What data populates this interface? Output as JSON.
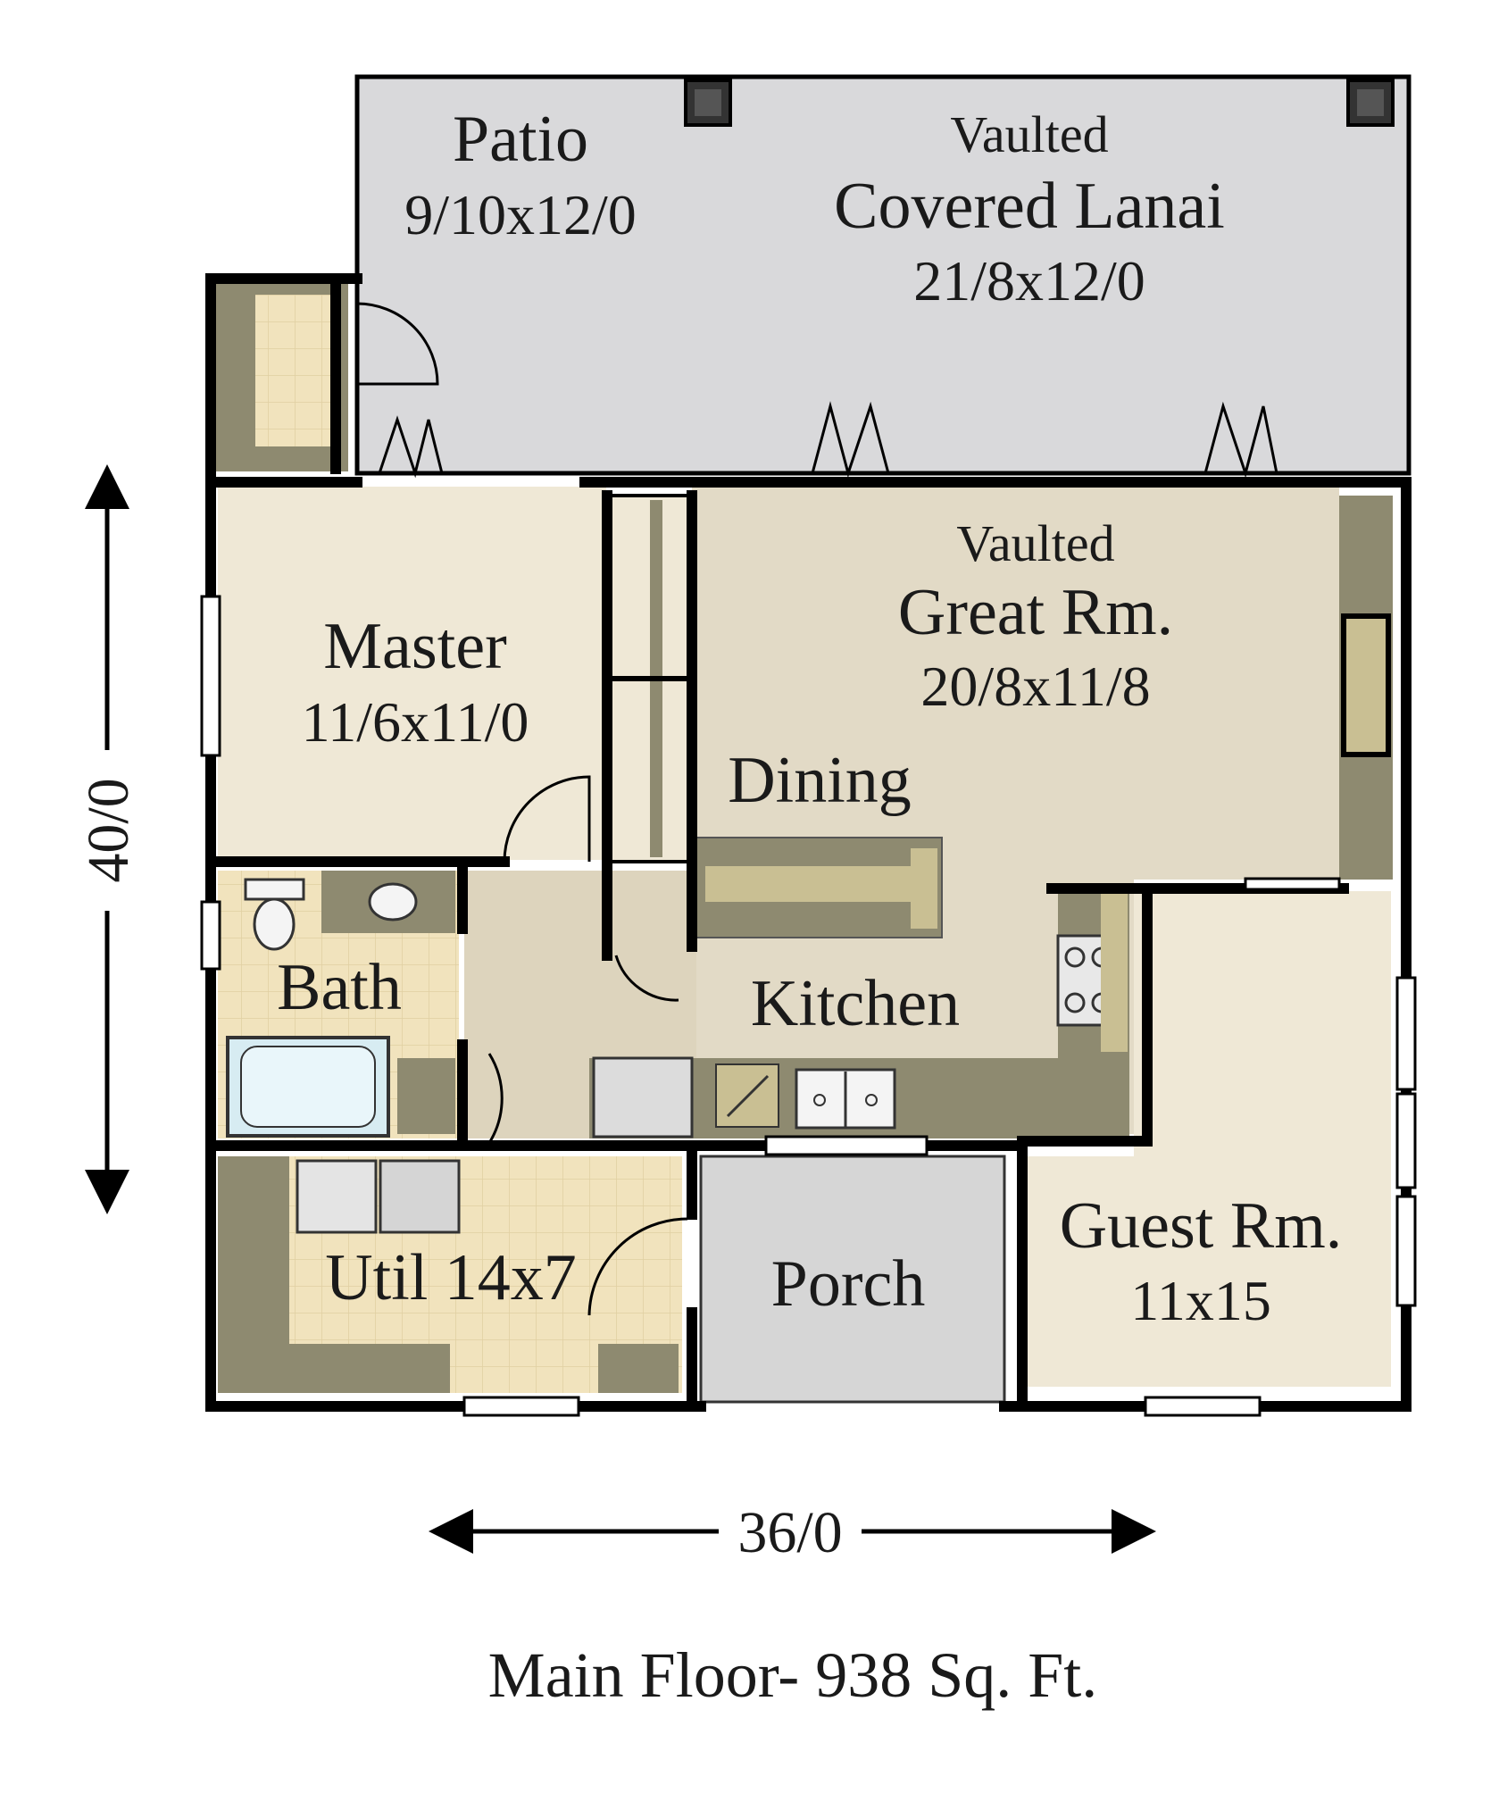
{
  "plan": {
    "caption": "Main Floor- 938 Sq. Ft.",
    "dimensions": {
      "width": "36/0",
      "depth": "40/0"
    },
    "rooms": {
      "patio": {
        "name": "Patio",
        "size": "9/10x12/0"
      },
      "lanai": {
        "note": "Vaulted",
        "name": "Covered Lanai",
        "size": "21/8x12/0"
      },
      "master": {
        "name": "Master",
        "size": "11/6x11/0"
      },
      "great": {
        "note": "Vaulted",
        "name": "Great Rm.",
        "size": "20/8x11/8"
      },
      "dining": {
        "name": "Dining"
      },
      "kitchen": {
        "name": "Kitchen"
      },
      "bath": {
        "name": "Bath"
      },
      "util": {
        "name": "Util 14x7"
      },
      "porch": {
        "name": "Porch"
      },
      "guest": {
        "name": "Guest Rm.",
        "size": "11x15"
      }
    }
  },
  "colors": {
    "wall": "#000000",
    "lanai": "#d9d9db",
    "great_room": "#e2dac6",
    "bedroom": "#efe8d6",
    "tile": "#efe0b8",
    "cabinet": "#8e8a70",
    "porch": "#d6d6d6"
  }
}
